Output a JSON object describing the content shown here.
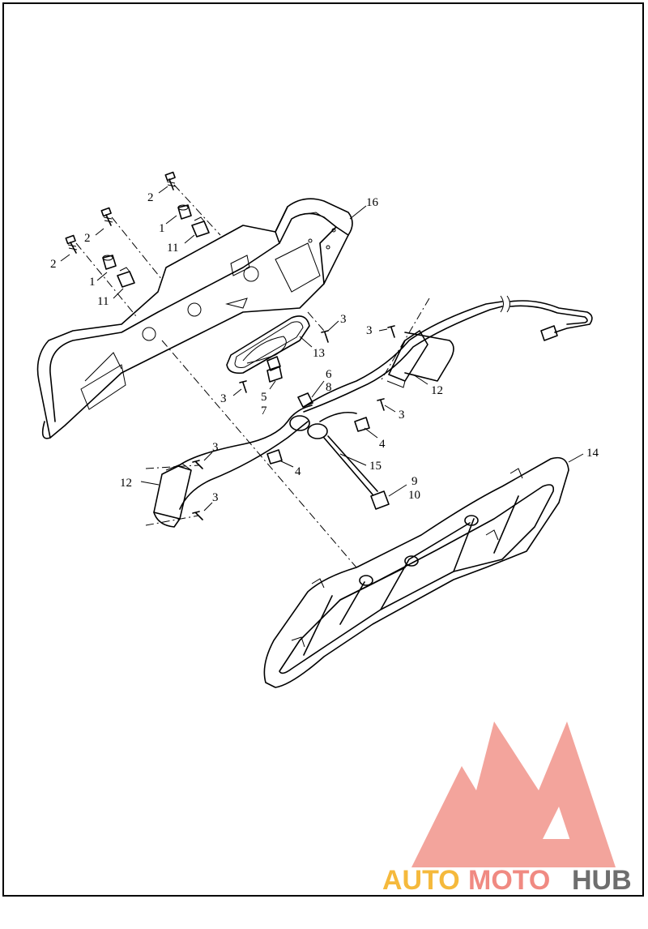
{
  "callouts": [
    {
      "id": "c16",
      "text": "16"
    },
    {
      "id": "c2a",
      "text": "2"
    },
    {
      "id": "c1a",
      "text": "1"
    },
    {
      "id": "c11a",
      "text": "11"
    },
    {
      "id": "c2b",
      "text": "2"
    },
    {
      "id": "c2c",
      "text": "2"
    },
    {
      "id": "c1b",
      "text": "1"
    },
    {
      "id": "c11b",
      "text": "11"
    },
    {
      "id": "c3a",
      "text": "3"
    },
    {
      "id": "c13",
      "text": "13"
    },
    {
      "id": "c3b",
      "text": "3"
    },
    {
      "id": "c3c",
      "text": "3"
    },
    {
      "id": "c5",
      "text": "5"
    },
    {
      "id": "c7",
      "text": "7"
    },
    {
      "id": "c6",
      "text": "6"
    },
    {
      "id": "c8",
      "text": "8"
    },
    {
      "id": "c12a",
      "text": "12"
    },
    {
      "id": "c3d",
      "text": "3"
    },
    {
      "id": "c4a",
      "text": "4"
    },
    {
      "id": "c4b",
      "text": "4"
    },
    {
      "id": "c3e",
      "text": "3"
    },
    {
      "id": "c12b",
      "text": "12"
    },
    {
      "id": "c3f",
      "text": "3"
    },
    {
      "id": "c15",
      "text": "15"
    },
    {
      "id": "c9",
      "text": "9"
    },
    {
      "id": "c10",
      "text": "10"
    },
    {
      "id": "c14",
      "text": "14"
    }
  ],
  "watermark": {
    "part1": "AUTO",
    "part2": "MOTO",
    "part3": "HUB",
    "colors": {
      "auto": "#f5b93c",
      "moto": "#f08a82",
      "hub": "#6e6e6e",
      "logo": "#f3a49c"
    }
  }
}
